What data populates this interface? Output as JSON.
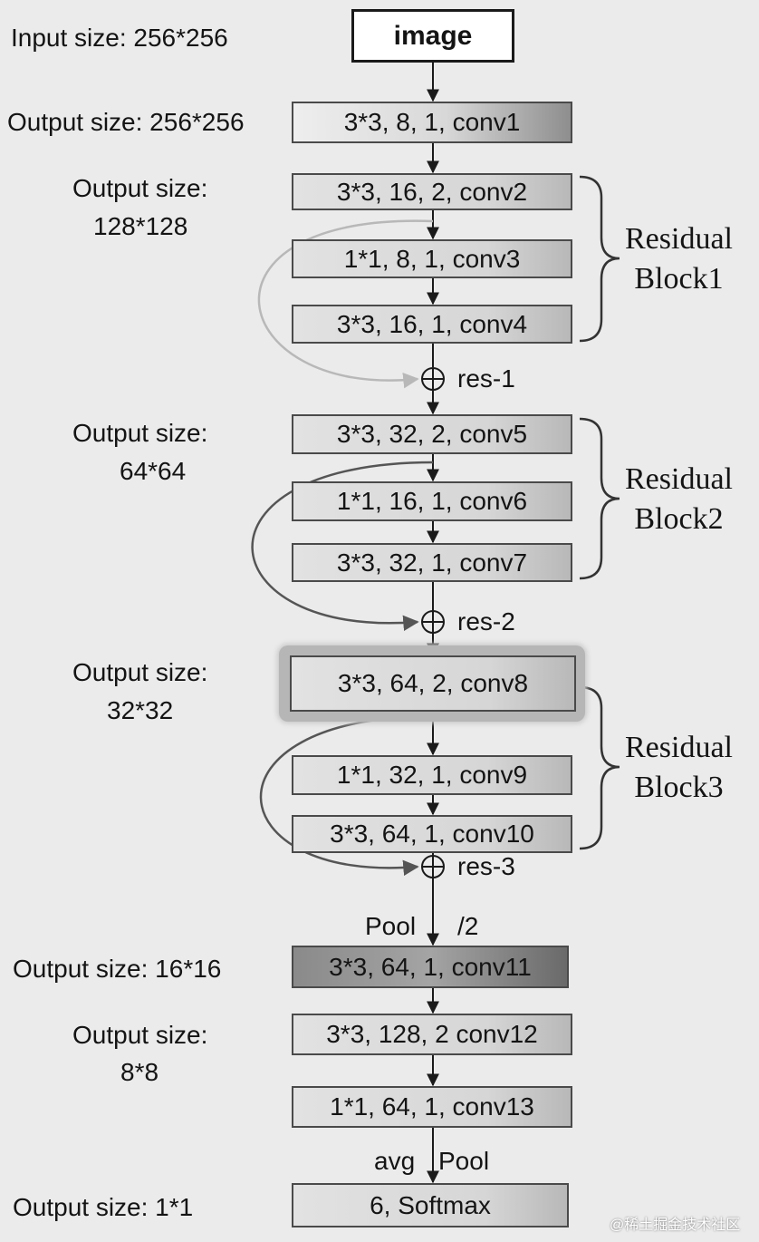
{
  "input": {
    "label": "Input size:  256*256",
    "node": "image"
  },
  "rows": [
    {
      "size": "Output size: 256*256",
      "layers": [
        "3*3, 8, 1, conv1"
      ]
    },
    {
      "size": [
        "Output size:",
        "128*128"
      ],
      "layers": [
        "3*3, 16, 2, conv2",
        "1*1, 8, 1, conv3",
        "3*3, 16, 1, conv4"
      ],
      "res": "res-1",
      "block": [
        "Residual",
        "Block1"
      ]
    },
    {
      "size": [
        "Output size:",
        "64*64"
      ],
      "layers": [
        "3*3, 32, 2, conv5",
        "1*1, 16, 1, conv6",
        "3*3, 32, 1, conv7"
      ],
      "res": "res-2",
      "block": [
        "Residual",
        "Block2"
      ]
    },
    {
      "size": [
        "Output size:",
        "32*32"
      ],
      "layers": [
        "3*3, 64, 2, conv8",
        "1*1, 32, 1, conv9",
        "3*3, 64, 1, conv10"
      ],
      "res": "res-3",
      "block": [
        "Residual",
        "Block3"
      ]
    }
  ],
  "pool1": {
    "left": "Pool",
    "right": "/2"
  },
  "row16": {
    "size": "Output size: 16*16",
    "layer": "3*3, 64, 1, conv11"
  },
  "row8": {
    "size": [
      "Output size:",
      "8*8"
    ],
    "layers": [
      "3*3, 128, 2 conv12",
      "1*1, 64, 1, conv13"
    ]
  },
  "pool2": {
    "left": "avg",
    "right": "Pool"
  },
  "row1": {
    "size": "Output size: 1*1",
    "layer": "6, Softmax"
  },
  "watermark": "@稀土掘金技术社区",
  "colors": {
    "arrow": "#1a1a1a",
    "skip1": "#b8b8b8",
    "skip": "#555555",
    "brace": "#333333"
  }
}
